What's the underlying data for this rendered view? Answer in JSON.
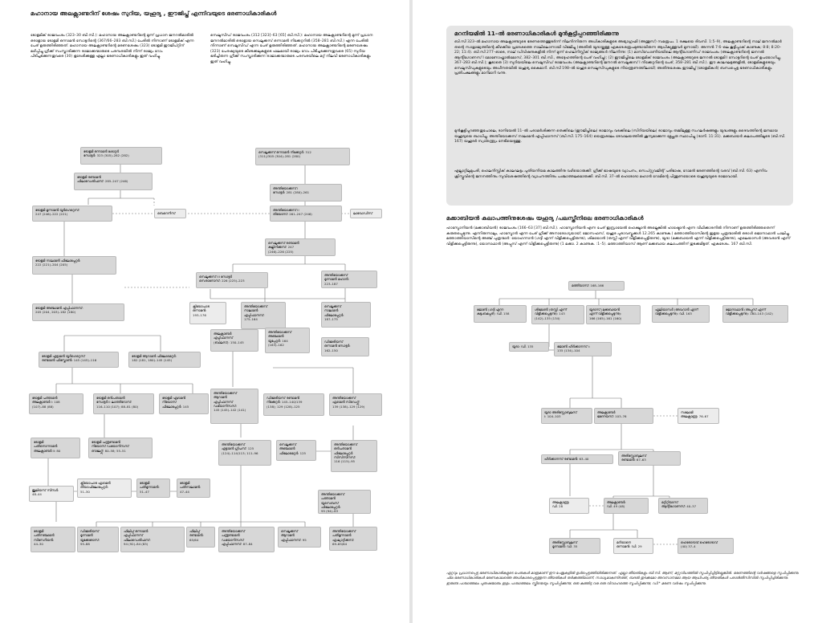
{
  "left": {
    "title": "മഹാനായ അലക്സാണ്ടറിന് ശേഷം സുറിയ, യഹൂദ്യ , ഈജിപ്ത് എന്നിവയുടെ ഭരണാധികാരികൾ",
    "intro_col1": "ടോളമിക് രാജവംശം (323–30 ബി.സി.): മഹാനായ അലക്സാണ്ടറിന്റെ മൂന്ന് പ്രധാന ജനറൽമാരിൽ ഒരാളായ ടോളമി ഒന്നാമൻ സോട്ടറിന്റെ (367/66–283 ബി.സി.) പേരിൽ നിന്നാണ് ടോളമിക് എന്ന പേര് ഉരുത്തിരിഞ്ഞത്. മഹാനായ അലക്സാണ്ടറിന്റെ മരണശേഷം (323) ടോളമി ഈജിപ്റ്റിന് മഴിപ്പിച്ചു ഗ്രീക്ക് സംസ്കാരിക്കുന്ന രാജാക്കന്മാരുടെ പരമ്പരയിൽ നിന്ന് രാജ്യം റോം പിടിച്ചടക്കുന്നതുവരെ (30) ഭൂദേശിക്കുള്ള എല്ലാ ഭരണാധികാരികളും ഇത് വഹിച്ചു.",
    "intro_col2": "സെലൂസിഡ് രാജവംശം (312 [323]–63 [65] ബി.സി.): മഹാനായ അലക്സാണ്ടറിന്റെ മൂന്ന് പ്രധാന ജനറൽമാരിൽ ഒരാളായ സെലൂക്കസ് ഒന്നാമൻ നിക്കേറ്ററിൽ (358–281 ബി.സി.) എന്ന പേരിൽ നിന്നാണ് സെലൂസിഡ് എന്ന പേര് ഉരുത്തിരിഞ്ഞത്. മഹാനായ അലക്സാണ്ടറിന്റെ മരണശേഷം (323) പേരഷ്യയുടെ കീഴടക്കലുകളുടെ ഫലമായി രാജ്യം റോം പിടിച്ചടക്കുന്നതുവരെ (65) സുറിയ ഭരിച്ചിരുന്ന ഗ്രീക്ക് സംസ്കാരിക്കുന്ന രാജാക്കന്മാരുടെ പരമ്പരയിലെ മറ്റ് നിലവി ഭരണാധികാരികളും ഇത് വഹിച്ചു.",
    "chart": {
      "ptolemy1": "ടോളമി ഒന്നാമൻ ശോറ്റർ\nസോട്ടർ: 323 (305)–282 (282)",
      "seleucus1": "സെലൂക്കസ് ഒന്നാമൻ നിക്കേറ്റർ: 312\n(311)/305 (304)–281 (280)",
      "ptolemy2": "ടോളമി രണ്ടാമൻ\nഫിലാഡെൽഫസ്: 285–247 (246)",
      "antiochus1": "അന്തിയോക്കസ് I\nസോട്ടർ: 281 (280)–261",
      "ptolemy3": "ടോളമി മൂന്നാമൻ യൂർഗെറ്റെസ്:\n247 (246)–222 (221)",
      "berenice": "ബെറെനീസ്",
      "antiochus2": "അന്തിയോക്കസ് II\nതിയോസ്: 261–247 (246)",
      "laodice": "ലാവോഡീസ്",
      "seleucus2": "സെലൂക്കസ് രണ്ടാമൻ\nകല്ലിനിക്കസ്: 247\n(246)–226 (225)",
      "ptolemy4": "ടോളമി നാലാമൻ ഫിലോപ്പേറ്റർ:\n222 (221)–204 (205)",
      "seleucus3": "സെലൂക്കസ് III സോട്ടർ\nസെരാനോസ്: 226 (225)–223",
      "antiochus3": "അന്തിയോക്കസ്\nമൂന്നാമൻ മഹാൻ:\n223–187",
      "ptolemy5": "ടോളമി അഞ്ചാമൻ എപ്പിഫാനസ്:\n205 (204, 203)–182 (180)",
      "cleopatra1": "ക്ലിയോപാട്ര\nഒന്നാമൻ:\n193–176",
      "antiochus4": "അന്തിയോക്കസ്\nനാലാമൻ\nഎപ്പിഫാനസ്:\n175–164",
      "seleucus4": "സെലൂക്കസ്\nനാലാമൻ\nഫിലോപ്പേറ്റർ:\n187–175",
      "ptolemy6": "ടോളമി ആറാമൻ ഫിലോമെറ്റർ:\n182 (181, 180)–145 (145)",
      "ptolemy8": "ടോളമി എട്ടാമൻ യൂർഗെറ്റെസ്\nരണ്ടാമൻ ഫിസ്കോൺ: 145 (145)–116",
      "alexander_balas": "അലക്സാണ്ടർ\nഎപ്പിഫാനസ്\n(ബാലസ്): 150–145",
      "antiochus5": "അന്തിയോക്കസ്\nഅഞ്ചാമൻ\nയൂപ്പേറ്റർ: 164\n(163)–162",
      "demetrius1": "ഡിമേട്രിയസ്\nഒന്നാമൻ സോട്ടർ:\n162–150",
      "ptolemy9": "ടോളമി ഒൻപതാമൻ\nസോട്ടർ II ലാത്തിറോസ്:\n116–110 (107); 88–81 (80)",
      "ptolemy10": "ടോളമി പത്താമൻ\nഅലക്സാണ്ടർ I: 108\n(107)–88 (88)",
      "ptolemy7": "ടോളമി ഏഴാമൻ\nനിയോസ്\nഫിലോപ്പേറ്റർ: 145",
      "antiochus6": "അന്തിയോക്കസ്\nആറാമൻ\nഎപ്പിഫാനസ്\nഡയോനിസസ്:\n145 (145)–142 (141)",
      "demetrius2": "ഡിമേട്രിയസ് രണ്ടാമൻ\nനിക്കേറ്റർ: 145–140/139\n(138); 129 (128)–125",
      "antiochus7": "അന്തിയോക്കസ്\nഏഴാമൻ സിഡെറ്റ്സ്:\n139 (138)–129 (129)",
      "ptolemy11": "ടോളമി\nപതിനൊന്നാമൻ\nഅലക്സാണ്ടർ II: 80",
      "ptolemy12": "ടോളമി പന്ത്രണ്ടാമൻ\nനിയോസ് ഡയോനിസസ്\nഔലേറ്റ്സ്: 80–58; 55–51",
      "antiochus8": "അന്തിയോക്കസ്\nഎട്ടാമൻ ഗ്രിപസ്: 125\n(124)–114/113; 111–96",
      "seleucus5": "സെലൂക്കസ്\nഅഞ്ചാമൻ\nഫിലോമെറ്റർ: 125",
      "antiochus9": "അന്തിയോക്കസ്\nഒൻപതാമൻ\nഫിലോപ്പേറ്റർ\nസിസിസീനസ്:\n116 (115)–95",
      "julius": "ജൂലിയസ് സീസർ:\n48–44",
      "cleopatra7": "ക്ലിയോപാട്ര ഏഴാമൻ\nതിയാഫിലോപ്പേറ്റർ:\n51–30",
      "ptolemy13": "ടോളമി\nപതിമൂന്നാമൻ:\n51–47",
      "ptolemy14": "ടോളമി\nപതിനാലാമൻ:\n47–44",
      "antiochus10": "അന്തിയോക്കസ്\nപത്താമൻ\nയൂസെബസ്\nഫിലോപ്പേറ്റർ:\n95 (94)–83",
      "ptolemy15": "ടോളമി\nപതിനഞ്ചാമൻ\nസീസേറിയൻ:\n44–30",
      "demetrius3": "ഡിമേട്രിയസ്\nമൂന്നാമൻ\nയൂക്കേരോസ്:\n95–88",
      "philip1": "ഫിലിപ്പ് ഒന്നാമൻ\nഎപ്പിഫാനസ്\nഫിലാഡെൽഫസ്:\n94 (92)–84 (83)",
      "philip2": "ഫിലിപ്പ്\nരണ്ടാമൻ:\n65/64",
      "antiochus12": "അന്തിയോക്കസ്\nപന്ത്രണ്ടാമൻ\nഡയോനിസസ്\nഎപ്പിഫാനസ്: 87–84",
      "seleucus6": "സെലൂക്കസ്\nആറാമൻ\nഎപ്പിഫാനസ്: 95",
      "antiochus13": "അന്തിയോക്കസ്\nപതിമൂന്നാമൻ\nഏഷ്യാറ്റിക്കസ്:\n69–65/64"
    }
  },
  "right": {
    "intro_title": "മറനിയമിൽ 11–ൽ ഭരണാധികാരികൾ മുൻകൂട്ടിപ്പറഞ്ഞിരിക്കുന്നു",
    "intro_p1": "ബി.സി 323–ൽ മഹാനായ അലക്സാണ്ടറുടെ ഭരണത്തെത്തുടർന്ന് നിലനിന്നിരുന്ന അധികാരികളുടെ അഭ്യാഗ്രഹ്മി (അന്തൂസ്) സമരൂപം. 1 രക്ഷയെ ദിവസി. 1:5–9), അലക്സാണ്ടറിന്റെ നാല് ജനറൽമാർ തന്റെ സാമ്രാജ്യത്തിന്റെ കീഴക്കിയ പ്രദേശത്തെ നാലിലൊന്നായി വിഭജിച്ചു (അതിൽ യൂദായ്ക്കുള്ള ഏകദേശരൂപമുണ്ടായിരുന്ന ആധിക്യുള്ളവർ മൂന്നായി). അന്നൻ 7:6–ലെ കൂട്ടിപ്പാക് കാണുക; 8:8; 8:20–22; 11:4). ബി.സി 277–ഓടെ, നാല് ഡിവിഷനുകളിൽ നിന്ന് മൂന്ന് ഹെലനിസ്റ്റിക് രാജ്യങ്ങൾ നിലനിന്നു: (1) മാസിഡോണിയയിലെ ആന്റിഗോണിഡ് രാജവംശം (അലക്സാണ്ടറിന്റെ ജനറൽ ആന്റിഗോണസ് I മോണോഫ്താൽമോസ്, 382–301 ബി.സി., അദ്ദേഹത്തിന്റെ പേര് വഹിച്ചു); (2) ഈജിപ്തിലെ ടോളമിക് രാജവംശം (അലക്സാണ്ടറുടെ ജനറൽ ടോളമി I സോട്ടറിന്റെ പേര് ഉപയോഗിച്ചു, 367–283 ബി.സി.); കൂടാതെ (3) സുറിയയിലെ സെലൂസിഡ് രാജവംശം (അലക്സാണ്ടറിന്റെ ജനറൽ സെലൂക്കസ് I നിക്കേറ്ററിന്റെ പേര്, 358–281 ബി.സി.). ഈ കാലഘട്ടങ്ങളിൽ, ടോളമികളുടെയും സെലൂസിഡുകളുടെയും അധീനതയിൽ യഹൂദ്യ കൈമാറി. ബി.സി 198–ൽ യഹൂദ സെലൂസിഡുകളുടെ നിയന്ത്രണത്തിലായി; അതിനുശേഷം ഈജിപ്ത് (ടോളമികൾ) ബന്ധപ്പെട്ട ഭരണാധികാരികളും പ്രതിപക്ഷങ്ങളും മാറിമാറി വന്നു.",
    "intro_p2": "മുൻകൂട്ടിപ്പറഞ്ഞതുപോലെ, ദാനിയേൽ 11–ൽ പരാമർശിക്കുന്ന തെക്കിലെ (ഈജിപ്തിലെ) രാജാവും വടക്കിലെ (സിറിയയിലെ) രാജാവും തമ്മിലുള്ള സംഘർഷങ്ങളും യുദ്ധങ്ങളും ദൈവത്തിന്റെ ജനമായ യഹൂദ്യയെ ബാധിച്ചു. അന്തിയോക്കസ് നാലാമൻ എപ്പിഫാനസ് (ബി.സി. 175–164) യെരൂശലേം ദേവാലയത്തിൽ ശൂന്യമാക്കുന്ന മ്ലേച്ഛത സ്ഥാപിച്ചു (ദാനി. 11:31). മക്കബായർ കലാപത്തിലൂടെ (ബി.സി. 167) യഹൂദർ സ്വാതന്ത്ര്യം നേടിയെടുത്തു.",
    "intro_p3": "എല്ലാറ്റിലുമുപരി, ഹെലനിസ്റ്റിക് കാലഘട്ടം പുതിയനിയമ കാലത്തിനു വഴിയൊരുക്കി: ഗ്രീക്ക് ഭാഷയുടെ വ്യാപനം, സെപ്റ്റുവജിന്റ് പരിഭാഷ, റോമൻ ഭരണത്തിന്റെ വരവ് (ബി.സി. 63) എന്നിവ ക്രിസ്തുവിന്റെ ജനനത്തിനും സുവിശേഷത്തിന്റെ വ്യാപനത്തിനും പശ്ചാത്തലമൊരുക്കി. ബി.സി. 37–ൽ ഹെരോദാ മഹാൻ റോമിന്റെ പിന്തുണയോടെ യഹൂദ്യയുടെ രാജാവായി.",
    "herod_title": "മക്കാബിയൻ കലാപത്തിനുശേഷം യഹൂദ്യ /പലസ്തീനിലെ ഭരണാധികാരികൾ",
    "herod_p": "ഹാസ്മോനിയൻ (മക്കാബിയൻ) രാജവംശം (166–63 [37] ബി.സി.). ഹാസ്മോനിയൻ എന്ന പേര് ഇസ്രായേൽ ഹെക്ഷ്മാൻ അല്ലെങ്കിൽ ഹാഷ്മോൻ എന്ന വീഥിക്കാരനിൽ നിന്നാണ് ഉരുത്തിരിഞ്ഞതെന്ന് കരുതപ്പെടുന്നു. എന്നിരുന്നാലും, ഹാസ്മോൻ എന്ന പേര് ഗ്രീക്ക് അനാരോഗ്യയായ്; ജോസഫസ്, യഹൂദ പുരാവസ്തുക്കൾ 12.265 കാണുക.) മത്താത്തിയാസിന്റെ ഇളയ പുത്രന്മാരിൽ ഒരാൾ ജൊനാഥാൻ പാലിച്ചു. മത്താത്തിയാസിന്റെ അഞ്ച് പുത്രന്മാർ: യോഹന്നാൻ (ഗദ്ദി എന്ന് വിളിക്കപ്പെട്ടിരുന്നു), ശിമയോൻ (തസ്സി എന്ന് വിളിക്കപ്പെട്ടിരുന്നു), യൂദാ (മക്കബായൻ എന്ന് വിളിക്കപ്പെട്ടിരുന്നു), എലെയാസർ (അവരാൻ എന്ന് വിളിക്കപ്പെട്ടിരുന്നു), യോനാഥാൻ (അപ്പുസ് എന്ന് വിളിക്കപ്പെട്ടിരുന്നു) (1 മക്കാ. 2 കാണുക. :1–5). മത്താത്തിയാസ് ആണ് മക്കബായ കലാപത്തിന് തുടക്കമിട്ടത്. ഏകദേശം. 167 ബി.സി.",
    "chart": {
      "mattathias": "മത്തിയാസ്: 168–166",
      "johanan": "ജോൺ (ഗദ്ദി എന്ന\nകുടുംബപ്പേര്): ഡി. 158",
      "simon": "ശിമോൺ (തസ്സി എന്ന്\nവിളിക്കപ്പെടുന്നു): 143\n(142)–135 (134)",
      "judas": "യൂദാസ് (മക്കബായൻ\nഎന്ന് വിളിക്കപ്പെടുന്നു):\n166 (165)–161 (160)",
      "eleazar": "ഏലിയാസർ (അവറാൻ എന്ന്\nവിളിക്കപ്പെടുന്നു): ഡി. 163",
      "jonathan": "ജോനാഥാൻ (അപ്പുസ് എന്ന്\nവിളിക്കപ്പെടുന്നു): 160–143 (142)",
      "judah": "യൂദാ: ഡി. 135",
      "hyrcanus1": "ജോൺ ഹിർക്കാനസ് I:\n135 (134)–104",
      "aristobulus1": "യൂദാ അരിസ്റ്റോബുലസ്\nI: 104–103",
      "jannaeus": "അലക്സാണ്ടർ\nജന്നേയസ്: 103–76",
      "salome": "സലോമി\nഅലക്സാണ്ട്ര: 76–67",
      "hyrcanus2": "ഹിർക്കാനസ് രണ്ടാമൻ: 63–40",
      "aristobulus2": "അരിസ്റ്റോബുലസ്\nരണ്ടാമൻ: 67–63",
      "alexandra": "അലക്സാണ്ട്ര:\nഡി. 28",
      "alexander": "അലക്സാണ്ടർ:\nഡി. 49 (48)",
      "antigonus": "മറ്റിറ്റിയാസ്\nആന്റിഗോണസ്: 40–37",
      "aristobulus3": "അരിസ്റ്റോബുലസ്\nമൂന്നാമൻ: ഡി. 35",
      "mariamne": "മറിയാനെ\nഒന്നാമൻ: ഡി. 29",
      "herod": "ഹെരോദാവ് ഹെരോദാവ്\n(40) 37–4"
    },
    "footnote": "ഏറ്റവും പ്രധാനപ്പെട്ട ഭരണാധികാരികളുടെ പേരുകൾ മാത്രമാണ് ഈ പേജുകളിൽ ഉൾപ്പെടുത്തിയിരിക്കുന്നത്. എല്ലാ തീയതികളും ബി.സി. ആണ്, മറ്റുവിധത്തിൽ സൂചിപ്പിച്ചിട്ടില്ലെങ്കിൽ. ഭരണത്തിന്റെ വർഷങ്ങളെ സൂചിപ്പിക്കുന്നു. ചില ഭരണാധികാരികൾ ഭരണകാലത്തെ അധികാരപ്പെടുത്തുന്ന തീയതികൾ തർക്കത്തിലാണ്; സാധ്യമാകുന്നിടത്ത്, ബദൽ തുടക്കമോ അവസാനമോ ആയ ആധിപത്യ തീയതികൾ പരാൻതീസിസിൽ സൂചിപ്പിച്ചിരിക്കുന്നു. ഇരുണ്ട പശ്ചാത്തലം പുരുഷന്മാരും ഇളം പശ്ചാത്തലം സ്ത്രീയെയും സൂചിപ്പിക്കുന്നു; ഒരു കുത്തിട്ട വര ഒരു വിവാഹത്തെ സൂചിപ്പിക്കുന്നു; ഡി.* മരണ വർഷം സൂചിപ്പിക്കുന്നു."
  }
}
